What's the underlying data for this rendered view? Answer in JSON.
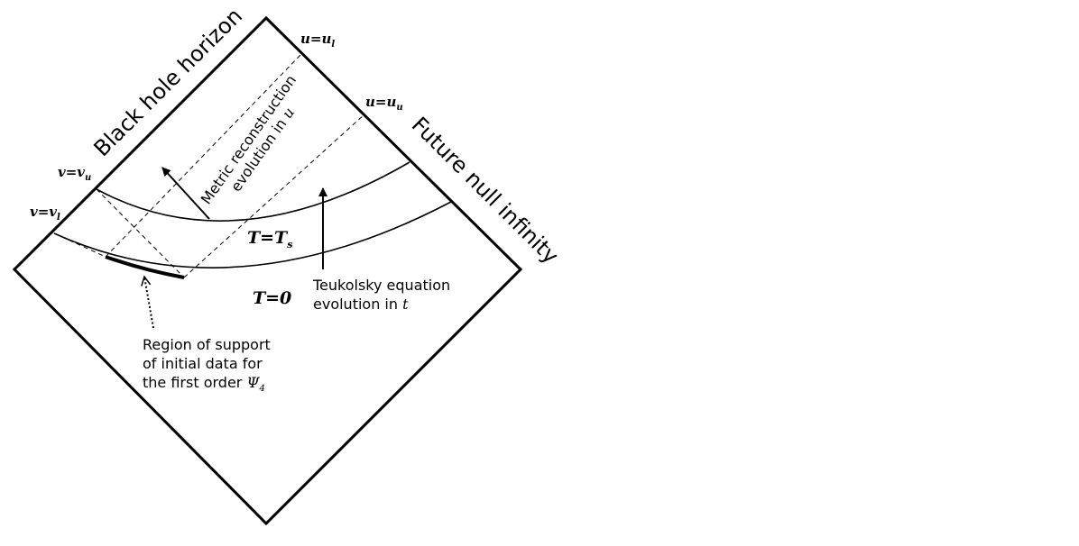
{
  "labels": {
    "horizon": "Black hole horizon",
    "scri": "Future null infinity",
    "metric_line1": "Metric reconstruction",
    "metric_line2": "evolution in",
    "metric_var": "u",
    "teuk_line1": "Teukolsky equation",
    "teuk_line2": "evolution in",
    "teuk_var": "t",
    "region_line1": "Region of support",
    "region_line2": "of initial data for",
    "region_line3": "the first order",
    "region_psi": "Ψ",
    "region_psi_sub": "4",
    "T_zero": "T=0",
    "T_s": "T=T",
    "T_s_sub": "s",
    "u_l": "u=u",
    "u_l_sub": "l",
    "u_u": "u=u",
    "u_u_sub": "u",
    "v_u": "v=v",
    "v_u_sub": "u",
    "v_l": "v=v",
    "v_l_sub": "l"
  },
  "colors": {
    "ink": "#000000",
    "background": "#ffffff"
  }
}
